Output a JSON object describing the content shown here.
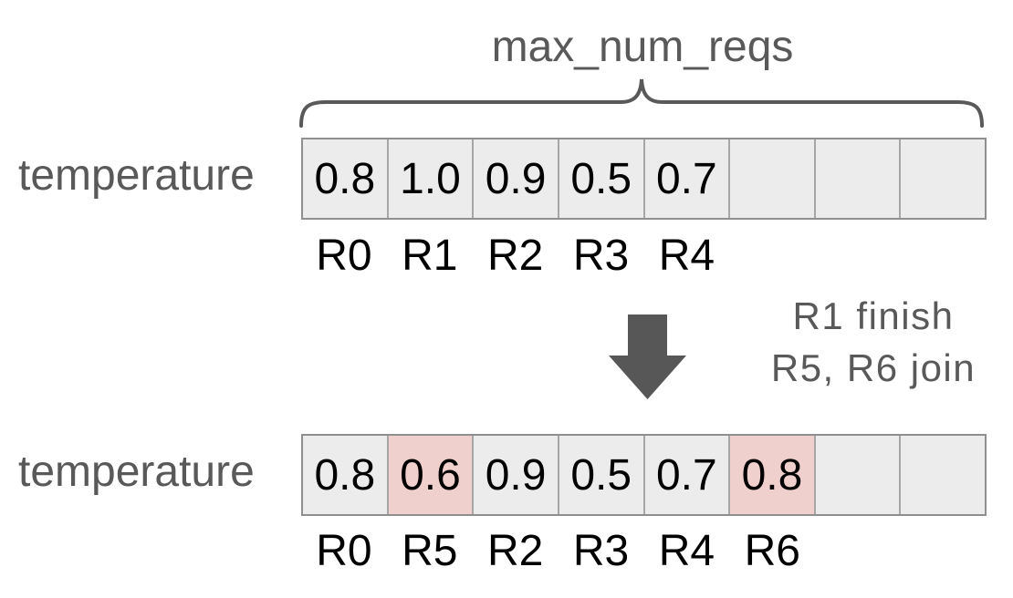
{
  "title": "max_num_reqs",
  "colors": {
    "cell_bg": "#ececec",
    "cell_highlight": "#efd0cd",
    "cell_border": "#a6a6a6",
    "outer_border": "#8f8f8f",
    "gray_text": "#595959",
    "value_text": "#000000",
    "arrow": "#575757",
    "brace": "#595959"
  },
  "arrays": [
    {
      "name": "before",
      "row_label": "temperature",
      "cells": [
        {
          "value": "0.8",
          "label": "R0",
          "highlighted": false
        },
        {
          "value": "1.0",
          "label": "R1",
          "highlighted": false
        },
        {
          "value": "0.9",
          "label": "R2",
          "highlighted": false
        },
        {
          "value": "0.5",
          "label": "R3",
          "highlighted": false
        },
        {
          "value": "0.7",
          "label": "R4",
          "highlighted": false
        },
        {
          "value": "",
          "label": "",
          "highlighted": false
        },
        {
          "value": "",
          "label": "",
          "highlighted": false
        },
        {
          "value": "",
          "label": "",
          "highlighted": false
        }
      ]
    },
    {
      "name": "after",
      "row_label": "temperature",
      "cells": [
        {
          "value": "0.8",
          "label": "R0",
          "highlighted": false
        },
        {
          "value": "0.6",
          "label": "R5",
          "highlighted": true
        },
        {
          "value": "0.9",
          "label": "R2",
          "highlighted": false
        },
        {
          "value": "0.5",
          "label": "R3",
          "highlighted": false
        },
        {
          "value": "0.7",
          "label": "R4",
          "highlighted": false
        },
        {
          "value": "0.8",
          "label": "R6",
          "highlighted": true
        },
        {
          "value": "",
          "label": "",
          "highlighted": false
        },
        {
          "value": "",
          "label": "",
          "highlighted": false
        }
      ]
    }
  ],
  "transition": {
    "line1": "R1 finish",
    "line2": "R5, R6 join"
  }
}
